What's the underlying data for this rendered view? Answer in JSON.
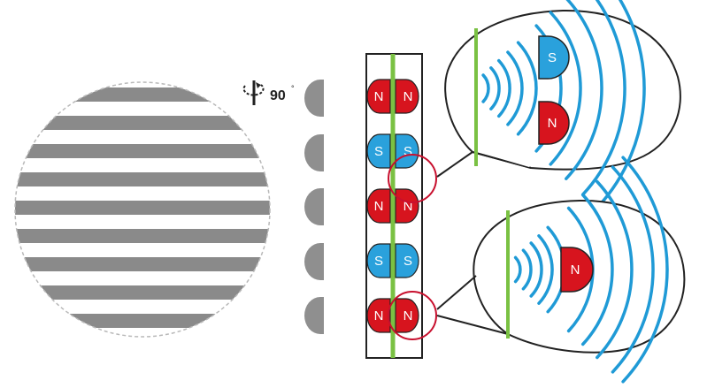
{
  "colors": {
    "north": "#d7141e",
    "south": "#2aa1dc",
    "field_line": "#7ac143",
    "wave": "#1f9ad6",
    "stripe": "#8a8a8a",
    "tooth": "#8f8f8f",
    "highlight": "#c8102e",
    "frame": "#222222"
  },
  "rotation": {
    "icon": "rotate-ccw-icon",
    "value": "90",
    "unit": "°"
  },
  "magnets": {
    "rows": [
      {
        "left": "N",
        "right": "N"
      },
      {
        "left": "S",
        "right": "S"
      },
      {
        "left": "N",
        "right": "N"
      },
      {
        "left": "S",
        "right": "S"
      },
      {
        "left": "N",
        "right": "N"
      }
    ]
  },
  "callout_top": {
    "magnets": [
      "S",
      "N"
    ]
  },
  "callout_bottom": {
    "magnets": [
      "N"
    ]
  }
}
